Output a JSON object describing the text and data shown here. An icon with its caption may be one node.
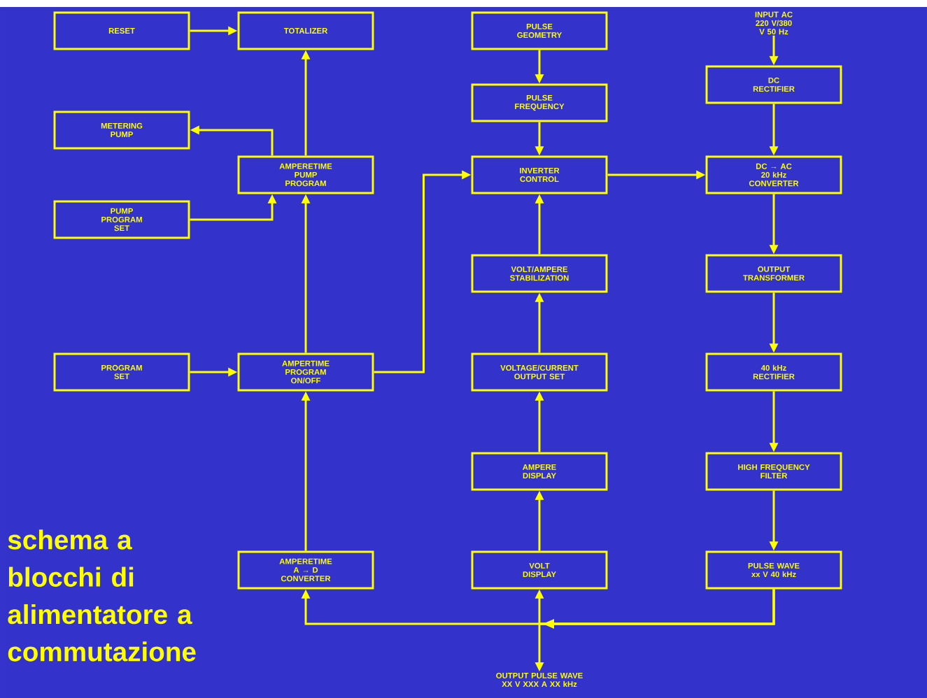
{
  "diagram": {
    "title": "schema a blocchi di alimentatore a commutazione",
    "nodes": [
      {
        "text": [
          "RESET"
        ]
      },
      {
        "text": [
          "TOTALIZER"
        ]
      },
      {
        "text": [
          "METERING PUMP"
        ]
      },
      {
        "text": [
          "AMPERETIME PUMP PROGRAM"
        ]
      },
      {
        "text": [
          "PUMP PROGRAM SET"
        ]
      },
      {
        "text": [
          "PROGRAM SET"
        ]
      },
      {
        "text": [
          "AMPERTIME PROGRAM ON/OFF"
        ]
      },
      {
        "text": [
          "AMPERETIME A → D CONVERTER"
        ]
      },
      {
        "text": [
          "PULSE GEOMETRY"
        ]
      },
      {
        "text": [
          "PULSE FREQUENCY"
        ]
      },
      {
        "text": [
          "INVERTER CONTROL"
        ]
      },
      {
        "text": [
          "VOLT/AMPERE STABILIZATION"
        ]
      },
      {
        "text": [
          "VOLTAGE/CURRENT OUTPUT SET"
        ]
      },
      {
        "text": [
          "AMPERE DISPLAY"
        ]
      },
      {
        "text": [
          "VOLT DISPLAY"
        ]
      },
      {
        "text": [
          "INPUT AC 220 V/380 V 50 Hz"
        ]
      },
      {
        "text": [
          "DC RECTIFIER"
        ]
      },
      {
        "text": [
          "DC → AC 20 kHz CONVERTER"
        ]
      },
      {
        "text": [
          "OUTPUT TRANSFORMER"
        ]
      },
      {
        "text": [
          "40 kHz RECTIFIER"
        ]
      },
      {
        "text": [
          "HIGH FREQUENCY FILTER"
        ]
      },
      {
        "text": [
          "PULSE WAVE xx V 40 kHz"
        ]
      },
      {
        "text": [
          "OUTPUT PULSE WAVE XX V XXX A XX kHz"
        ]
      }
    ],
    "edges": [
      {
        "from": 0,
        "to": 1,
        "arrow": "to"
      },
      {
        "from": 3,
        "to": 1,
        "arrow": "to"
      },
      {
        "from": 3,
        "to": 2,
        "arrow": "to"
      },
      {
        "from": 4,
        "to": 3,
        "arrow": "to"
      },
      {
        "from": 5,
        "to": 6,
        "arrow": "to"
      },
      {
        "from": 6,
        "to": 3,
        "arrow": "to"
      },
      {
        "from": 7,
        "to": 6,
        "arrow": "to"
      },
      {
        "from": 6,
        "to": 10,
        "arrow": "to"
      },
      {
        "from": 8,
        "to": 9,
        "arrow": "to"
      },
      {
        "from": 9,
        "to": 10,
        "arrow": "to"
      },
      {
        "from": 10,
        "to": 17,
        "arrow": "to"
      },
      {
        "from": 11,
        "to": 10,
        "arrow": "to"
      },
      {
        "from": 12,
        "to": 11,
        "arrow": "to"
      },
      {
        "from": 13,
        "to": 12,
        "arrow": "to"
      },
      {
        "from": 14,
        "to": 13,
        "arrow": "to"
      },
      {
        "from": 15,
        "to": 16,
        "arrow": "to"
      },
      {
        "from": 16,
        "to": 17,
        "arrow": "to"
      },
      {
        "from": 17,
        "to": 18,
        "arrow": "to"
      },
      {
        "from": 18,
        "to": 19,
        "arrow": "to"
      },
      {
        "from": 19,
        "to": 20,
        "arrow": "to"
      },
      {
        "from": 20,
        "to": 21,
        "arrow": "to"
      },
      {
        "from": 21,
        "to": 7,
        "arrow": "to"
      },
      {
        "from": 21,
        "to": 14,
        "arrow": "to"
      },
      {
        "from": 21,
        "to": 22,
        "arrow": "to"
      }
    ]
  }
}
